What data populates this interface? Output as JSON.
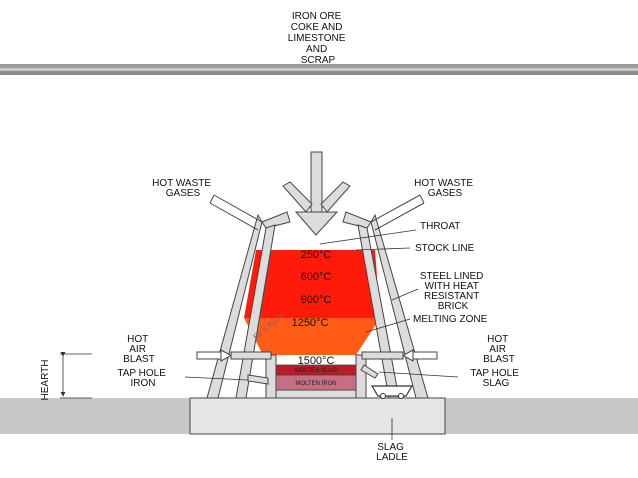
{
  "diagram": {
    "input_label": [
      "IRON ORE",
      "COKE AND",
      "LIMESTONE",
      "AND",
      "SCRAP"
    ],
    "hot_waste_gases_left": [
      "HOT WASTE",
      "GASES"
    ],
    "hot_waste_gases_right": [
      "HOT WASTE",
      "GASES"
    ],
    "throat": "THROAT",
    "stock_line": "STOCK LINE",
    "steel_lined": [
      "STEEL LINED",
      "WITH HEAT",
      "RESISTANT",
      "BRICK"
    ],
    "melting_zone": "MELTING ZONE",
    "hot_air_blast_left": [
      "HOT",
      "AIR",
      "BLAST"
    ],
    "hot_air_blast_right": [
      "HOT",
      "AIR",
      "BLAST"
    ],
    "hearth": "HEARTH",
    "tap_hole_iron": [
      "TAP HOLE",
      "IRON"
    ],
    "tap_hole_slag": [
      "TAP HOLE",
      "SLAG"
    ],
    "slag_ladle": [
      "SLAG",
      "LADLE"
    ],
    "temperatures": [
      "250°C",
      "600°C",
      "900°C",
      "1250°C",
      "1500°C"
    ],
    "molten_slag": "MOLTEN SLAG",
    "molten_iron": "MOLTEN IRON",
    "watermark": "By V.Ryan",
    "colors": {
      "hot_zone": "#ff1a0a",
      "melting_zone": "#ff5c18",
      "molten_slag": "#b81c24",
      "molten_iron": "#c86e84",
      "wall": "#dcdcdc",
      "ground": "#c8c8c8"
    }
  }
}
